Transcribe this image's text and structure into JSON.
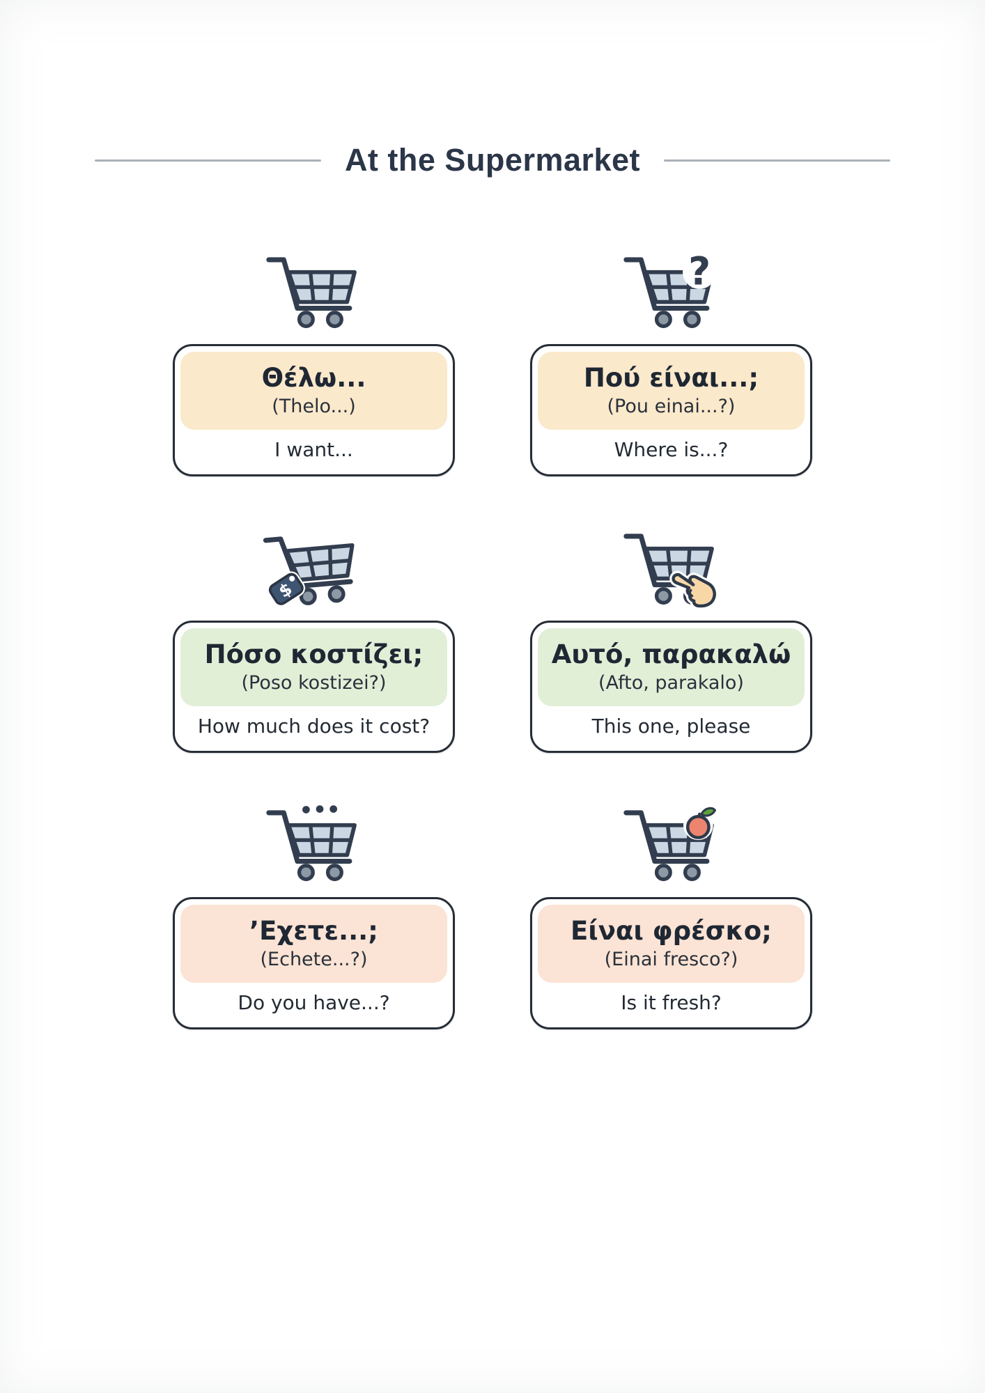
{
  "title": "At the Supermarket",
  "colors": {
    "ink": "#2b3648",
    "card_border": "#262d36",
    "divider": "#aab0b7",
    "header_orange": "#fbe9cb",
    "header_green": "#e2efd7",
    "header_pink": "#fbe4d5",
    "cart_outline": "#323e4f",
    "cart_basket": "#cbd8e4",
    "wheel": "#8e99a6",
    "price_tag": "#3e5572",
    "hand": "#f8d7a7",
    "apple": "#ed8470",
    "leaf": "#5ba33e"
  },
  "icon_glyphs": {
    "question": "?",
    "dollar": "$"
  },
  "cards": [
    {
      "icon": "cart",
      "header_color": "#fbe9cb",
      "greek": "Θέλω...",
      "transliteration": "(Thelo...)",
      "english": "I want..."
    },
    {
      "icon": "cart-question",
      "header_color": "#fbe9cb",
      "greek": "Πού είναι...;",
      "transliteration": "(Pou einai...?)",
      "english": "Where is...?"
    },
    {
      "icon": "cart-price-tag",
      "header_color": "#e2efd7",
      "greek": "Πόσο κοστίζει;",
      "transliteration": "(Poso kostizei?)",
      "english": "How much does it cost?"
    },
    {
      "icon": "cart-pointing-hand",
      "header_color": "#e2efd7",
      "greek": "Αυτό, παρακαλώ",
      "transliteration": "(Afto, parakalo)",
      "english": "This one, please"
    },
    {
      "icon": "cart-dots",
      "header_color": "#fbe4d5",
      "greek": "’Εχετε...;",
      "transliteration": "(Echete...?)",
      "english": "Do you have...?"
    },
    {
      "icon": "cart-apple",
      "header_color": "#fbe4d5",
      "greek": "Είναι φρέσκο;",
      "transliteration": "(Einai fresco?)",
      "english": "Is it fresh?"
    }
  ]
}
